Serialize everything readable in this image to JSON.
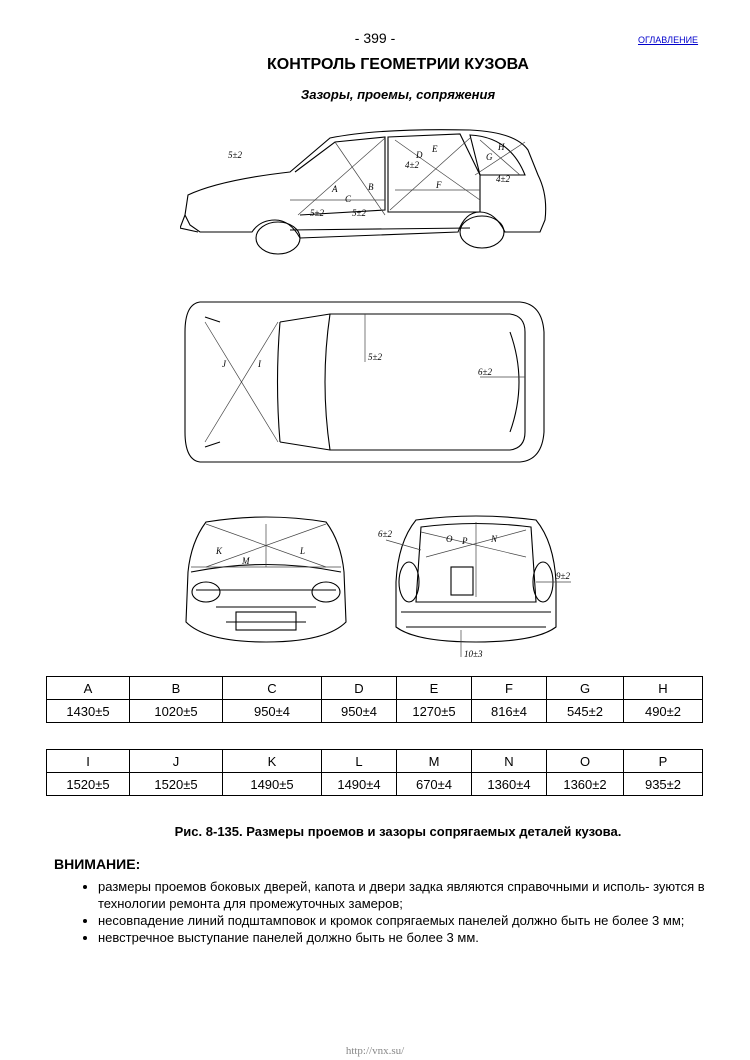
{
  "header": {
    "page_number": "- 399 -",
    "toc_link": "ОГЛАВЛЕНИЕ"
  },
  "title": "КОНТРОЛЬ ГЕОМЕТРИИ КУЗОВА",
  "subtitle": "Зазоры, проемы, сопряжения",
  "drawing_labels": {
    "side": {
      "gap_front": "5±2",
      "gap_mid": "4±2",
      "gap_rear": "4±2",
      "gap_sill1": "5±2",
      "gap_sill2": "5±2",
      "A": "A",
      "B": "B",
      "C": "C",
      "D": "D",
      "E": "E",
      "F": "F",
      "G": "G",
      "H": "H"
    },
    "top": {
      "gap_roof": "5±2",
      "gap_rear": "6±2",
      "I": "I",
      "J": "J"
    },
    "front": {
      "K": "K",
      "L": "L",
      "M": "M"
    },
    "rear": {
      "gap_left": "6±2",
      "gap_right": "9±2",
      "gap_bottom": "10±3",
      "N": "N",
      "O": "O",
      "P": "P"
    }
  },
  "table1": {
    "headers": [
      "A",
      "B",
      "C",
      "D",
      "E",
      "F",
      "G",
      "H"
    ],
    "values": [
      "1430±5",
      "1020±5",
      "950±4",
      "950±4",
      "1270±5",
      "816±4",
      "545±2",
      "490±2"
    ]
  },
  "table2": {
    "headers": [
      "I",
      "J",
      "K",
      "L",
      "M",
      "N",
      "O",
      "P"
    ],
    "values": [
      "1520±5",
      "1520±5",
      "1490±5",
      "1490±4",
      "670±4",
      "1360±4",
      "1360±2",
      "935±2"
    ]
  },
  "caption": "Рис. 8-135. Размеры проемов и зазоры сопрягаемых деталей кузова.",
  "warning": {
    "title": "ВНИМАНИЕ:",
    "items": [
      "размеры проемов боковых дверей, капота и двери задка являются справочными и исполь- зуются в технологии ремонта для промежуточных замеров;",
      "несовпадение линий подштамповок и кромок сопрягаемых панелей должно быть не более 3 мм;",
      "невстречное выступание панелей должно быть не более 3 мм."
    ]
  },
  "footer_url": "http://vnx.su/"
}
